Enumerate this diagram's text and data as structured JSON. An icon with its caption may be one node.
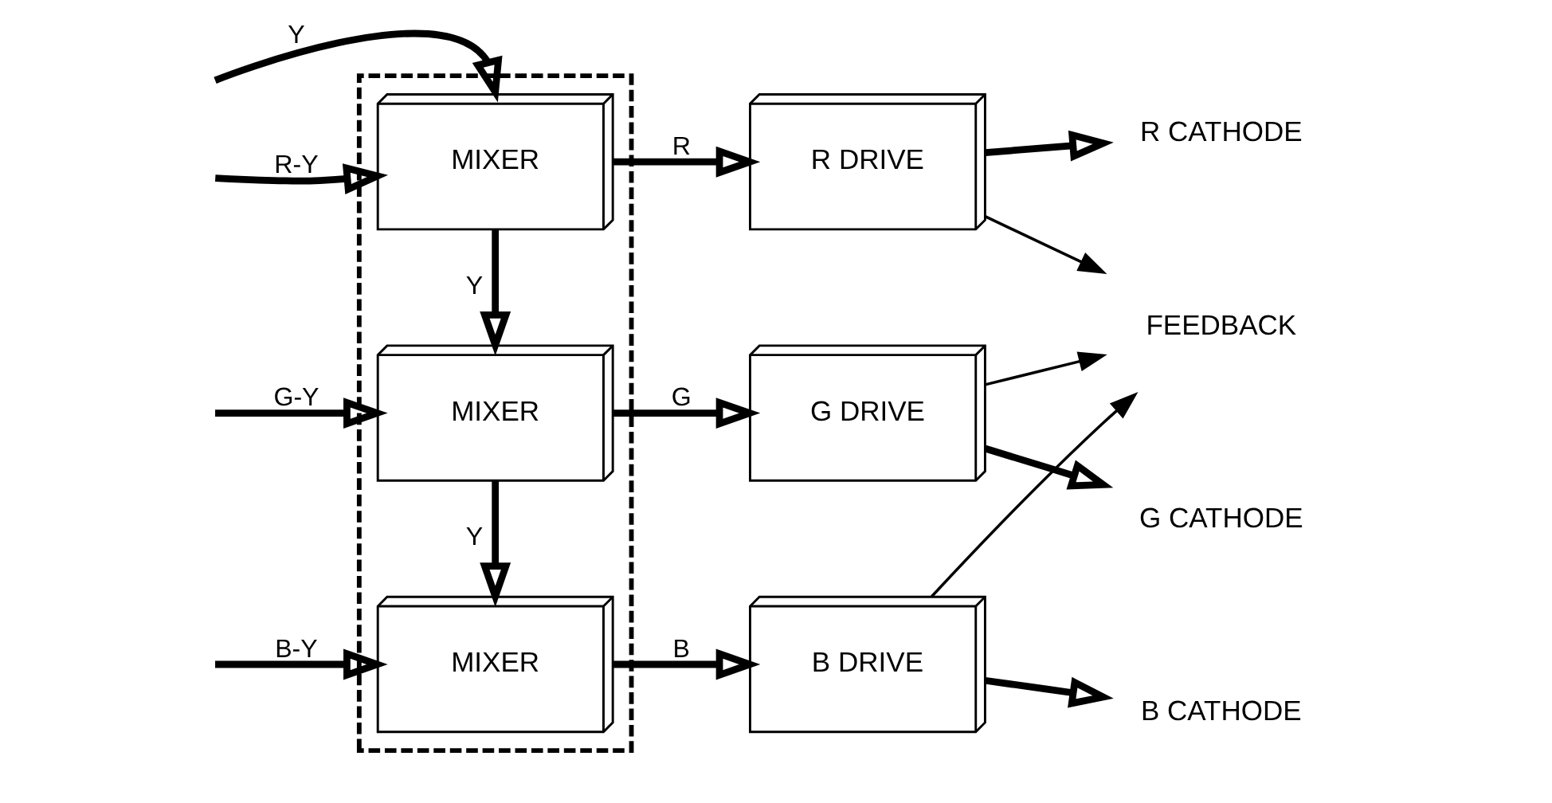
{
  "diagram": {
    "nodes": [
      {
        "text": [],
        "shape": "box"
      },
      {
        "text": [
          "MIXER"
        ],
        "in": 0
      },
      {
        "text": [
          "MIXER"
        ],
        "in": 0
      },
      {
        "text": [
          "MIXER"
        ],
        "in": 0
      },
      {
        "text": [
          "R DRIVE"
        ]
      },
      {
        "text": [
          "G DRIVE"
        ]
      },
      {
        "text": [
          "B DRIVE"
        ]
      },
      {
        "text": [
          "R CATHODE"
        ]
      },
      {
        "text": [
          "G CATHODE"
        ]
      },
      {
        "text": [
          "B CATHODE"
        ]
      },
      {
        "text": [
          "FEEDBACK"
        ]
      }
    ],
    "edges": [
      {
        "from": null,
        "to": 1,
        "arrow": "to",
        "label": "Y"
      },
      {
        "from": null,
        "to": 1,
        "arrow": "to",
        "label": "R-Y"
      },
      {
        "from": 1,
        "to": 2,
        "arrow": "to",
        "label": "Y"
      },
      {
        "from": null,
        "to": 2,
        "arrow": "to",
        "label": "G-Y"
      },
      {
        "from": 2,
        "to": 3,
        "arrow": "to",
        "label": "Y"
      },
      {
        "from": null,
        "to": 3,
        "arrow": "to",
        "label": "B-Y"
      },
      {
        "from": 1,
        "to": 4,
        "arrow": "to",
        "label": "R"
      },
      {
        "from": 2,
        "to": 5,
        "arrow": "to",
        "label": "G"
      },
      {
        "from": 3,
        "to": 6,
        "arrow": "to",
        "label": "B"
      },
      {
        "from": 4,
        "to": 7,
        "arrow": "to"
      },
      {
        "from": 5,
        "to": 8,
        "arrow": "to"
      },
      {
        "from": 6,
        "to": 9,
        "arrow": "to"
      },
      {
        "from": 4,
        "to": 10,
        "arrow": "to"
      },
      {
        "from": 5,
        "to": 10,
        "arrow": "to"
      },
      {
        "from": 6,
        "to": 10,
        "arrow": "to"
      }
    ]
  }
}
